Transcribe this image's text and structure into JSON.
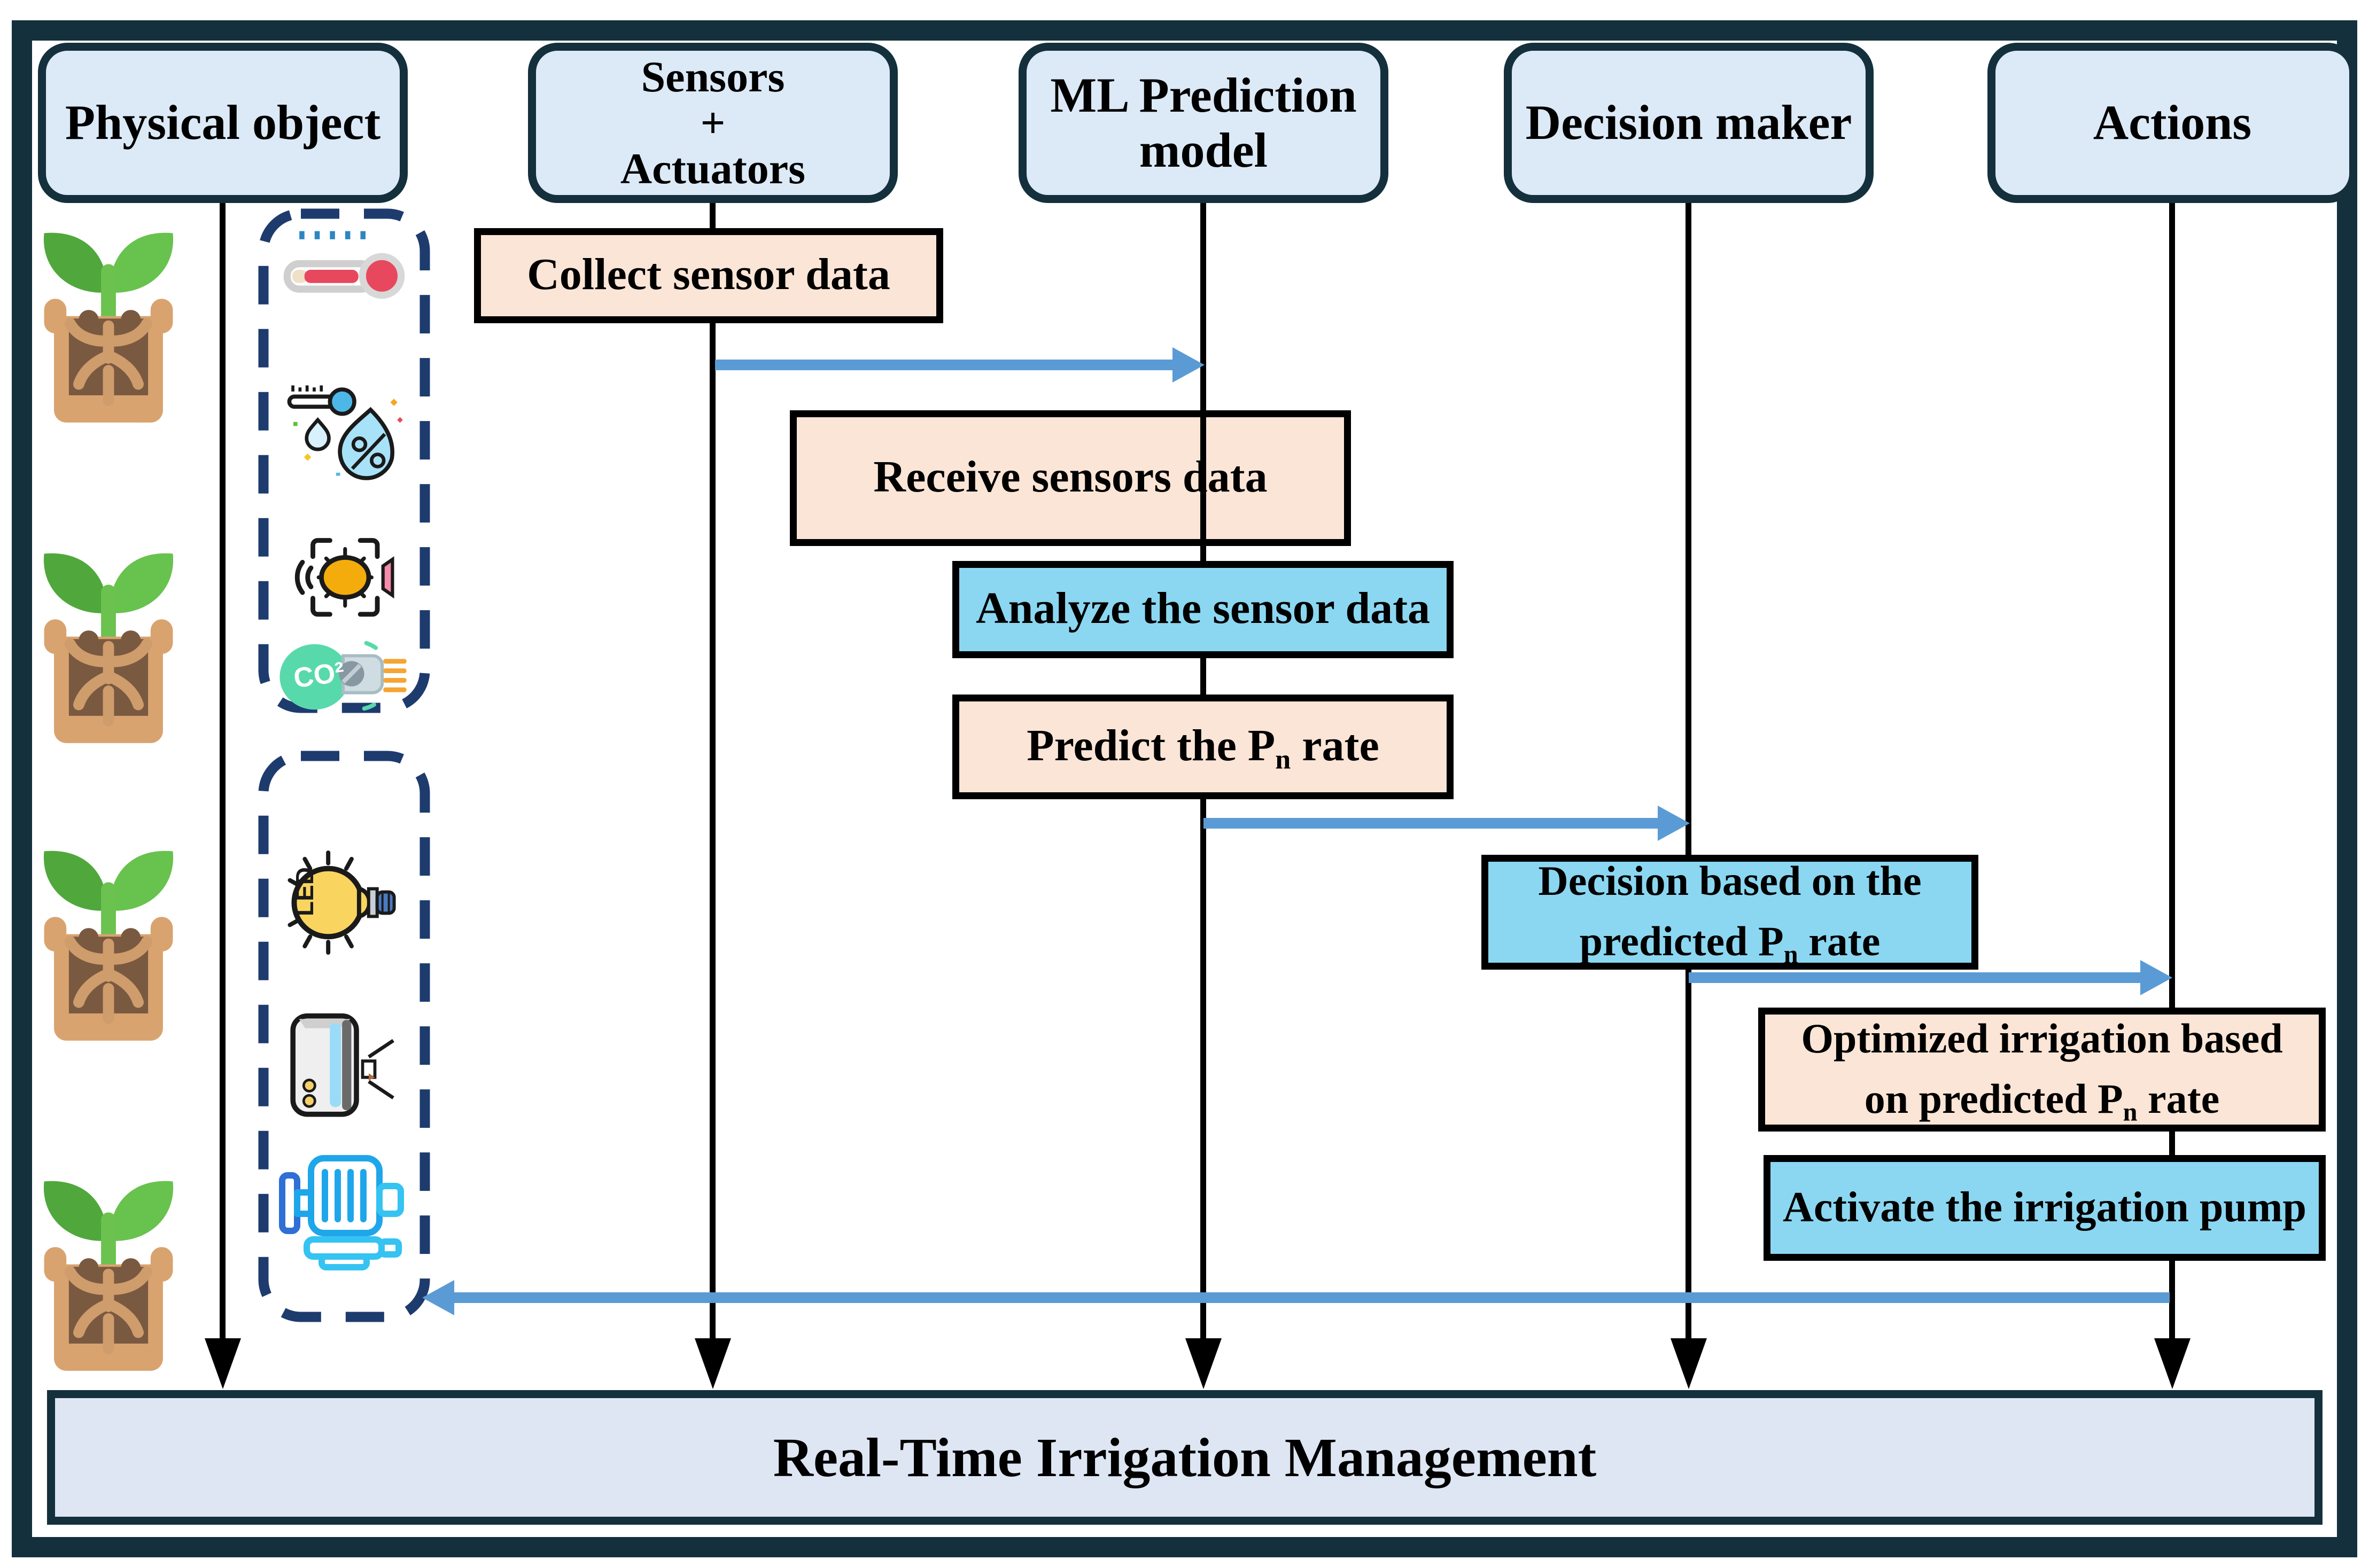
{
  "colors": {
    "frame_navy": "#14303c",
    "header_fill": "#dce9f6",
    "peach_fill": "#fbe5d6",
    "blue_fill": "#8bd7f1",
    "arrow_blue": "#5b9bd5",
    "dashed_navy": "#1e3b6e",
    "footer_fill": "#dde6f2",
    "line_black": "#000000"
  },
  "lanes": [
    {
      "id": "physical-object",
      "label": "Physical object"
    },
    {
      "id": "sensors-actuators",
      "label": "Sensors\n+\nActuators"
    },
    {
      "id": "ml-prediction-model",
      "label": "ML Prediction\nmodel"
    },
    {
      "id": "decision-maker",
      "label": "Decision maker"
    },
    {
      "id": "actions",
      "label": "Actions"
    }
  ],
  "messages": [
    {
      "id": "collect-sensor-data",
      "pre": "Collect sensor data",
      "sub": "",
      "post": "",
      "style": "peach"
    },
    {
      "id": "receive-sensors-data",
      "pre": "Receive sensors data",
      "sub": "",
      "post": "",
      "style": "peach"
    },
    {
      "id": "analyze-sensor-data",
      "pre": "Analyze the sensor data",
      "sub": "",
      "post": "",
      "style": "blue"
    },
    {
      "id": "predict-pn-rate",
      "pre": "Predict the P",
      "sub": "n",
      "post": " rate",
      "style": "peach"
    },
    {
      "id": "decision-based-on-pn",
      "pre": "Decision based on the\npredicted  P",
      "sub": "n",
      "post": "  rate",
      "style": "blue"
    },
    {
      "id": "optimized-irrigation",
      "pre": "Optimized irrigation based\non  predicted P",
      "sub": "n",
      "post": "  rate",
      "style": "peach"
    },
    {
      "id": "activate-irrigation-pump",
      "pre": "Activate the irrigation pump",
      "sub": "",
      "post": "",
      "style": "blue"
    }
  ],
  "sensor_group": {
    "icons": [
      {
        "name": "temperature-sensor-icon"
      },
      {
        "name": "humidity-sensor-icon"
      },
      {
        "name": "light-sensor-icon"
      },
      {
        "name": "co2-sensor-icon",
        "label": "CO²"
      }
    ]
  },
  "actuator_group": {
    "icons": [
      {
        "name": "led-grow-light-icon",
        "label": "LED"
      },
      {
        "name": "air-conditioner-icon"
      },
      {
        "name": "irrigation-pump-icon"
      }
    ]
  },
  "footer": {
    "label": "Real-Time Irrigation Management"
  }
}
